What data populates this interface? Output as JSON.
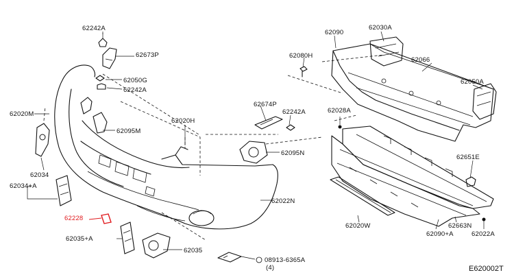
{
  "diagram": {
    "document_id": "E620002T",
    "highlight_color": "#e0191d",
    "parts": [
      {
        "id": "p-62242a-top",
        "label": "62242A"
      },
      {
        "id": "p-62673p",
        "label": "62673P"
      },
      {
        "id": "p-62050g",
        "label": "62050G"
      },
      {
        "id": "p-62242a-mid",
        "label": "62242A"
      },
      {
        "id": "p-62020m",
        "label": "62020M"
      },
      {
        "id": "p-62095m",
        "label": "62095M"
      },
      {
        "id": "p-62020h",
        "label": "62020H"
      },
      {
        "id": "p-62034",
        "label": "62034"
      },
      {
        "id": "p-62034a",
        "label": "62034+A"
      },
      {
        "id": "p-62228",
        "label": "62228",
        "highlight": true
      },
      {
        "id": "p-62035a",
        "label": "62035+A"
      },
      {
        "id": "p-62035",
        "label": "62035"
      },
      {
        "id": "p-62674p",
        "label": "62674P"
      },
      {
        "id": "p-62242a-right",
        "label": "62242A"
      },
      {
        "id": "p-62095n",
        "label": "62095N"
      },
      {
        "id": "p-62022n",
        "label": "62022N"
      },
      {
        "id": "p-08913",
        "label": "08913-6365A"
      },
      {
        "id": "p-qty4",
        "label": "(4)"
      },
      {
        "id": "p-62090",
        "label": "62090"
      },
      {
        "id": "p-62030a",
        "label": "62030A"
      },
      {
        "id": "p-62080h",
        "label": "62080H"
      },
      {
        "id": "p-62066",
        "label": "62066"
      },
      {
        "id": "p-62050a",
        "label": "62050A"
      },
      {
        "id": "p-62028a",
        "label": "62028A"
      },
      {
        "id": "p-62651e",
        "label": "62651E"
      },
      {
        "id": "p-62020w",
        "label": "62020W"
      },
      {
        "id": "p-62090a",
        "label": "62090+A"
      },
      {
        "id": "p-62663n",
        "label": "62663N"
      },
      {
        "id": "p-62022a",
        "label": "62022A"
      }
    ]
  }
}
